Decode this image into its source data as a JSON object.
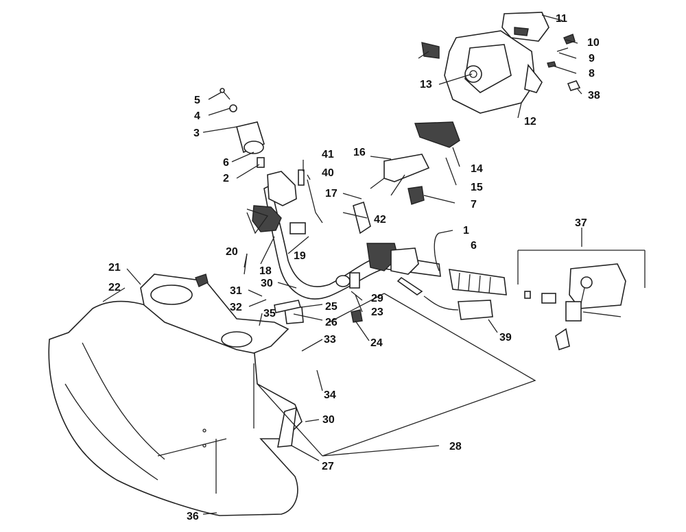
{
  "callouts": {
    "c1": "1",
    "c2": "2",
    "c3": "3",
    "c4": "4",
    "c5": "5",
    "c6a": "6",
    "c6b": "6",
    "c7": "7",
    "c8": "8",
    "c9": "9",
    "c10": "10",
    "c11": "11",
    "c12": "12",
    "c13": "13",
    "c14": "14",
    "c15": "15",
    "c16": "16",
    "c17": "17",
    "c18": "18",
    "c19": "19",
    "c20": "20",
    "c21": "21",
    "c22": "22",
    "c23": "23",
    "c24": "24",
    "c25": "25",
    "c26": "26",
    "c27": "27",
    "c28": "28",
    "c29": "29",
    "c30a": "30",
    "c30b": "30",
    "c31": "31",
    "c32": "32",
    "c33": "33",
    "c34": "34",
    "c35": "35",
    "c36": "36",
    "c37": "37",
    "c38": "38",
    "c39": "39",
    "c40": "40",
    "c41": "41",
    "c42": "42"
  }
}
